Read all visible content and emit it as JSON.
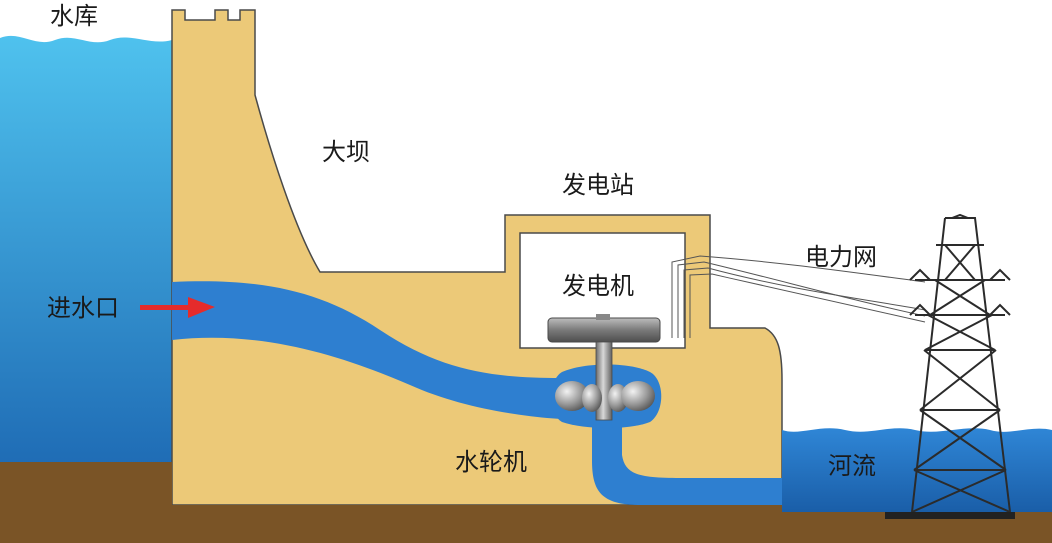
{
  "labels": {
    "reservoir": "水库",
    "dam": "大坝",
    "power_station": "发电站",
    "generator": "发电机",
    "power_grid": "电力网",
    "intake": "进水口",
    "turbine": "水轮机",
    "river": "河流"
  },
  "colors": {
    "reservoir_top": "#4fc2ee",
    "reservoir_bottom": "#1f6cb5",
    "dam": "#ecc978",
    "ground": "#7a5426",
    "penstock": "#2e7fd0",
    "arrow": "#e52b2b",
    "outline": "#4a4a4a"
  }
}
